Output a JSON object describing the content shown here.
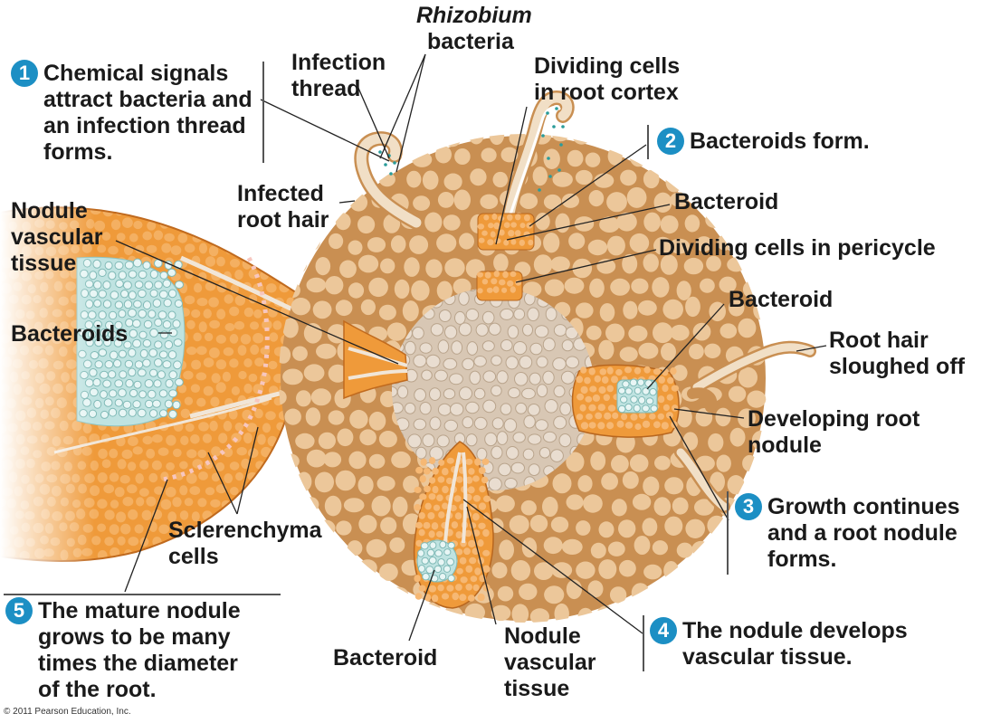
{
  "title_labels": {
    "rhizobium_line1": "Rhizobium",
    "rhizobium_line2": "bacteria",
    "infection_thread": "Infection\nthread",
    "dividing_cortex": "Dividing cells\nin root cortex",
    "infected_root_hair": "Infected\nroot hair",
    "nodule_vascular_left": "Nodule\nvascular\ntissue",
    "bacteroids_left": "Bacteroids",
    "bacteroid_top": "Bacteroid",
    "dividing_pericycle": "Dividing cells in pericycle",
    "bacteroid_right": "Bacteroid",
    "root_hair_sloughed": "Root hair\nsloughed off",
    "developing_nodule": "Developing root\nnodule",
    "sclerenchyma": "Sclerenchyma\ncells",
    "bacteroid_bottom": "Bacteroid",
    "nodule_vascular_bottom": "Nodule\nvascular\ntissue"
  },
  "steps": [
    {
      "num": "1",
      "text": "Chemical signals\nattract bacteria and\nan infection thread\nforms."
    },
    {
      "num": "2",
      "text": "Bacteroids form."
    },
    {
      "num": "3",
      "text": "Growth continues\nand a root nodule\nforms."
    },
    {
      "num": "4",
      "text": "The nodule develops\nvascular tissue."
    },
    {
      "num": "5",
      "text": "The mature nodule\ngrows to be many\ntimes the diameter\nof the root."
    }
  ],
  "copyright": "© 2011 Pearson Education, Inc.",
  "colors": {
    "badge": "#1c8fc4",
    "cortex_cells": "#ecc79a",
    "cell_walls": "#c98f52",
    "stele": "#e9ddd0",
    "nodule_orange": "#ef9a3a",
    "bacteroid_blue": "#bfe3e1"
  }
}
